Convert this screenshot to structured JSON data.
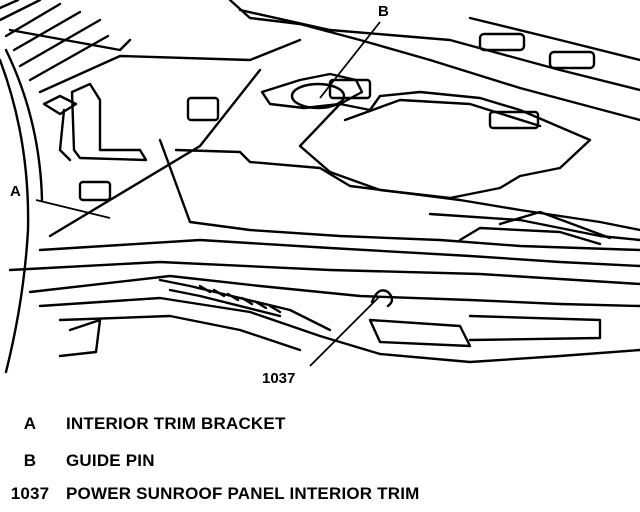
{
  "diagram": {
    "callouts": {
      "a": "A",
      "b": "B",
      "part": "1037"
    }
  },
  "legend": [
    {
      "key": "A",
      "description": "INTERIOR TRIM BRACKET"
    },
    {
      "key": "B",
      "description": "GUIDE PIN"
    },
    {
      "key": "1037",
      "description": "POWER SUNROOF PANEL INTERIOR TRIM"
    }
  ]
}
